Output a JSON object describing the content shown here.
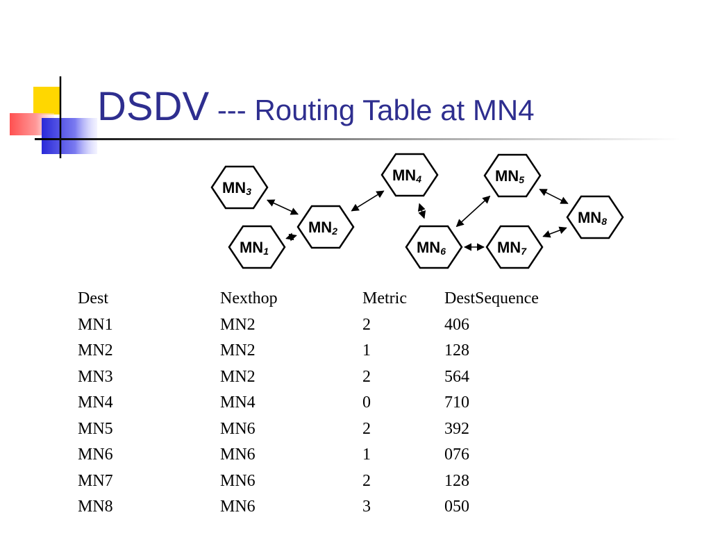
{
  "title": {
    "main": "DSDV",
    "sub": " --- Routing Table at MN4"
  },
  "diagram": {
    "nodes": [
      {
        "id": "n3",
        "base": "MN",
        "num": "3"
      },
      {
        "id": "n1",
        "base": "MN",
        "num": "1"
      },
      {
        "id": "n2",
        "base": "MN",
        "num": "2"
      },
      {
        "id": "n4",
        "base": "MN",
        "num": "4"
      },
      {
        "id": "n6",
        "base": "MN",
        "num": "6"
      },
      {
        "id": "n5",
        "base": "MN",
        "num": "5"
      },
      {
        "id": "n7",
        "base": "MN",
        "num": "7"
      },
      {
        "id": "n8",
        "base": "MN",
        "num": "8"
      }
    ],
    "links": [
      [
        "n3",
        "n2"
      ],
      [
        "n1",
        "n2"
      ],
      [
        "n2",
        "n4"
      ],
      [
        "n4",
        "n6"
      ],
      [
        "n6",
        "n5"
      ],
      [
        "n6",
        "n7"
      ],
      [
        "n5",
        "n8"
      ],
      [
        "n7",
        "n8"
      ]
    ]
  },
  "table": {
    "headers": [
      "Dest",
      "Nexthop",
      "Metric",
      "DestSequence"
    ],
    "rows": [
      [
        "MN1",
        "MN2",
        "2",
        "406"
      ],
      [
        "MN2",
        "MN2",
        "1",
        "128"
      ],
      [
        "MN3",
        "MN2",
        "2",
        "564"
      ],
      [
        "MN4",
        "MN4",
        "0",
        "710"
      ],
      [
        "MN5",
        "MN6",
        "2",
        "392"
      ],
      [
        "MN6",
        "MN6",
        "1",
        "076"
      ],
      [
        "MN7",
        "MN6",
        "2",
        "128"
      ],
      [
        "MN8",
        "MN6",
        "3",
        "050"
      ]
    ]
  }
}
